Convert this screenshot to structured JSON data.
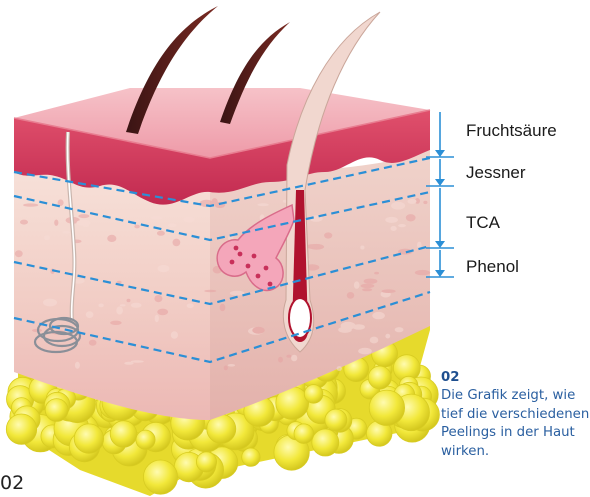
{
  "colors": {
    "depth_line": "#2b8fd6",
    "epidermis": "#d23a5c",
    "dermis": "#f3c6c0",
    "fat": "#f0e63c",
    "caption_text": "#2a5fa0"
  },
  "depth_labels": [
    {
      "label": "Fruchtsäure"
    },
    {
      "label": "Jessner"
    },
    {
      "label": "TCA"
    },
    {
      "label": "Phenol"
    }
  ],
  "caption": {
    "number": "02",
    "text": "Die Grafik zeigt, wie tief die verschiedenen Peelings in der Haut wirken."
  },
  "page_number": "02"
}
